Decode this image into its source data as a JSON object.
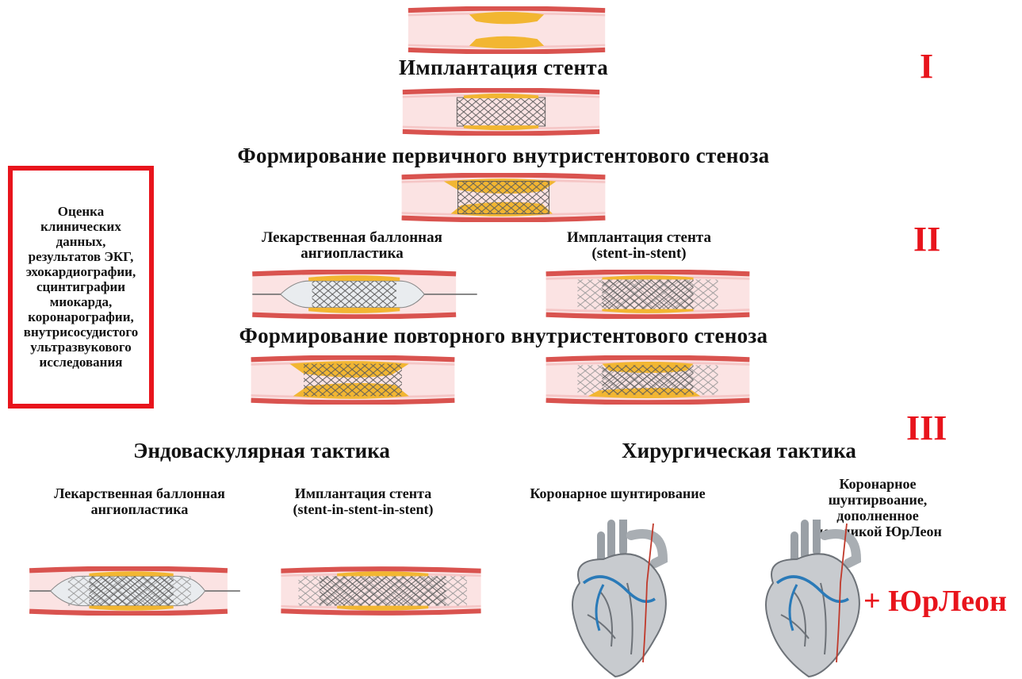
{
  "colors": {
    "accent_red": "#e8141c",
    "vessel_wall": "#d9534f",
    "vessel_inner": "#fbe3e3",
    "plaque": "#f2b632",
    "stent": "#555555"
  },
  "stage_labels": {
    "I": "I",
    "II": "II",
    "III": "III"
  },
  "headings": {
    "stent_implantation": "Имплантация стента",
    "primary_restenosis": "Формирование первичного внутристентового стеноза",
    "repeat_restenosis": "Формирование повторного внутристентового стеноза",
    "endovascular": "Эндоваскулярная тактика",
    "surgical": "Хирургическая тактика"
  },
  "options_stage2": {
    "balloon": "Лекарственная баллонная\nангиопластика",
    "stent_in_stent": "Имплантация стента\n(stent-in-stent)"
  },
  "options_stage3": {
    "balloon": "Лекарственная баллонная\nангиопластика",
    "stent_in_stent_in_stent": "Имплантация стента\n(stent-in-stent-in-stent)",
    "cabg": "Коронарное шунтирование",
    "cabg_plus": "Коронарное шунтирвоание,\nдополненное методикой ЮрЛеон"
  },
  "assessment_box": "Оценка\nклинических\nданных,\nрезультатов ЭКГ,\nэхокардиографии,\nсцинтиграфии\nмиокарда,\nкоронарографии,\nвнутрисосудистого\nультразвукового\nисследования",
  "yurleon_label": "+ ЮрЛеон",
  "icons": [
    "vessel-stenosis-icon",
    "stent-icon",
    "balloon-catheter-icon",
    "heart-icon"
  ]
}
